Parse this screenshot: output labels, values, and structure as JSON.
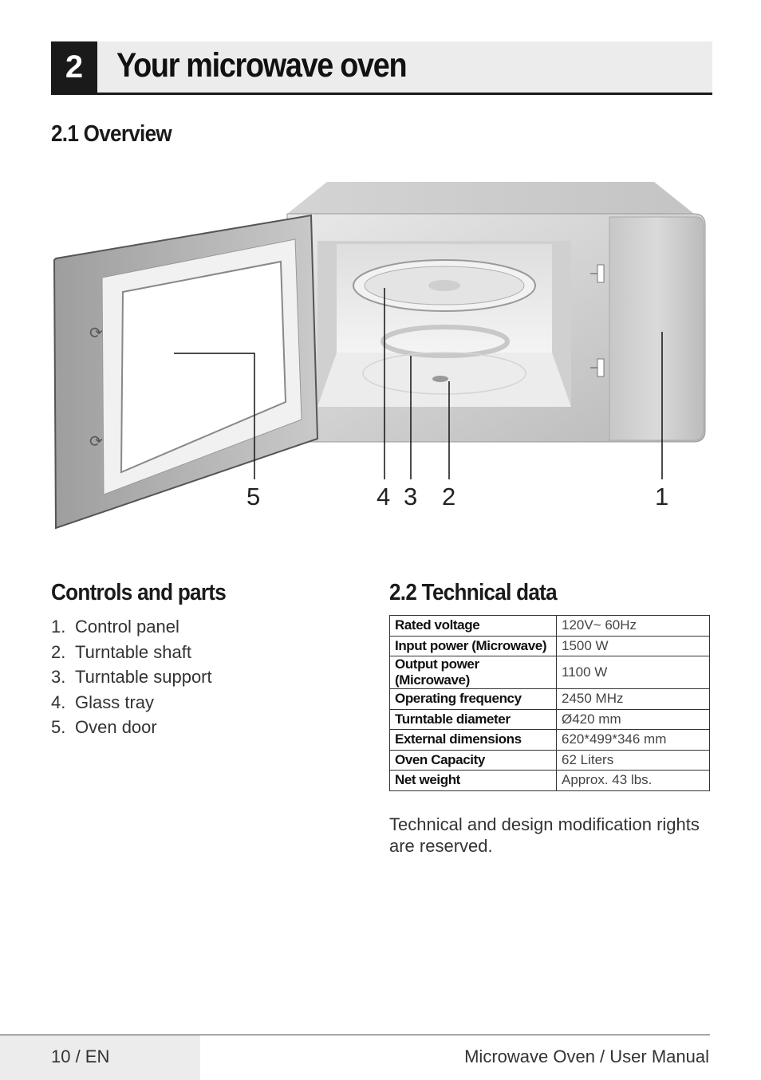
{
  "chapter": {
    "number": "2",
    "title": "Your microwave oven"
  },
  "overview": {
    "heading": "2.1 Overview",
    "callouts": [
      "5",
      "4",
      "3",
      "2",
      "1"
    ]
  },
  "controls": {
    "heading": "Controls and parts",
    "items": [
      {
        "num": "1.",
        "label": "Control panel"
      },
      {
        "num": "2.",
        "label": "Turntable shaft"
      },
      {
        "num": "3.",
        "label": "Turntable support"
      },
      {
        "num": "4.",
        "label": "Glass tray"
      },
      {
        "num": "5.",
        "label": "Oven door"
      }
    ]
  },
  "technical": {
    "heading": "2.2 Technical data",
    "rows": [
      {
        "key": "Rated voltage",
        "value": "120V~ 60Hz"
      },
      {
        "key": "Input power (Microwave)",
        "value": "1500 W"
      },
      {
        "key": "Output power (Microwave)",
        "value": "1100 W"
      },
      {
        "key": "Operating frequency",
        "value": "2450 MHz"
      },
      {
        "key": "Turntable diameter",
        "value": "Ø420 mm"
      },
      {
        "key": "External dimensions",
        "value": "620*499*346 mm"
      },
      {
        "key": "Oven Capacity",
        "value": "62 Liters"
      },
      {
        "key": "Net weight",
        "value": "Approx. 43 lbs."
      }
    ],
    "note": "Technical and design modification rights are reserved."
  },
  "footer": {
    "page": "10 / EN",
    "title": "Microwave Oven / User Manual"
  }
}
